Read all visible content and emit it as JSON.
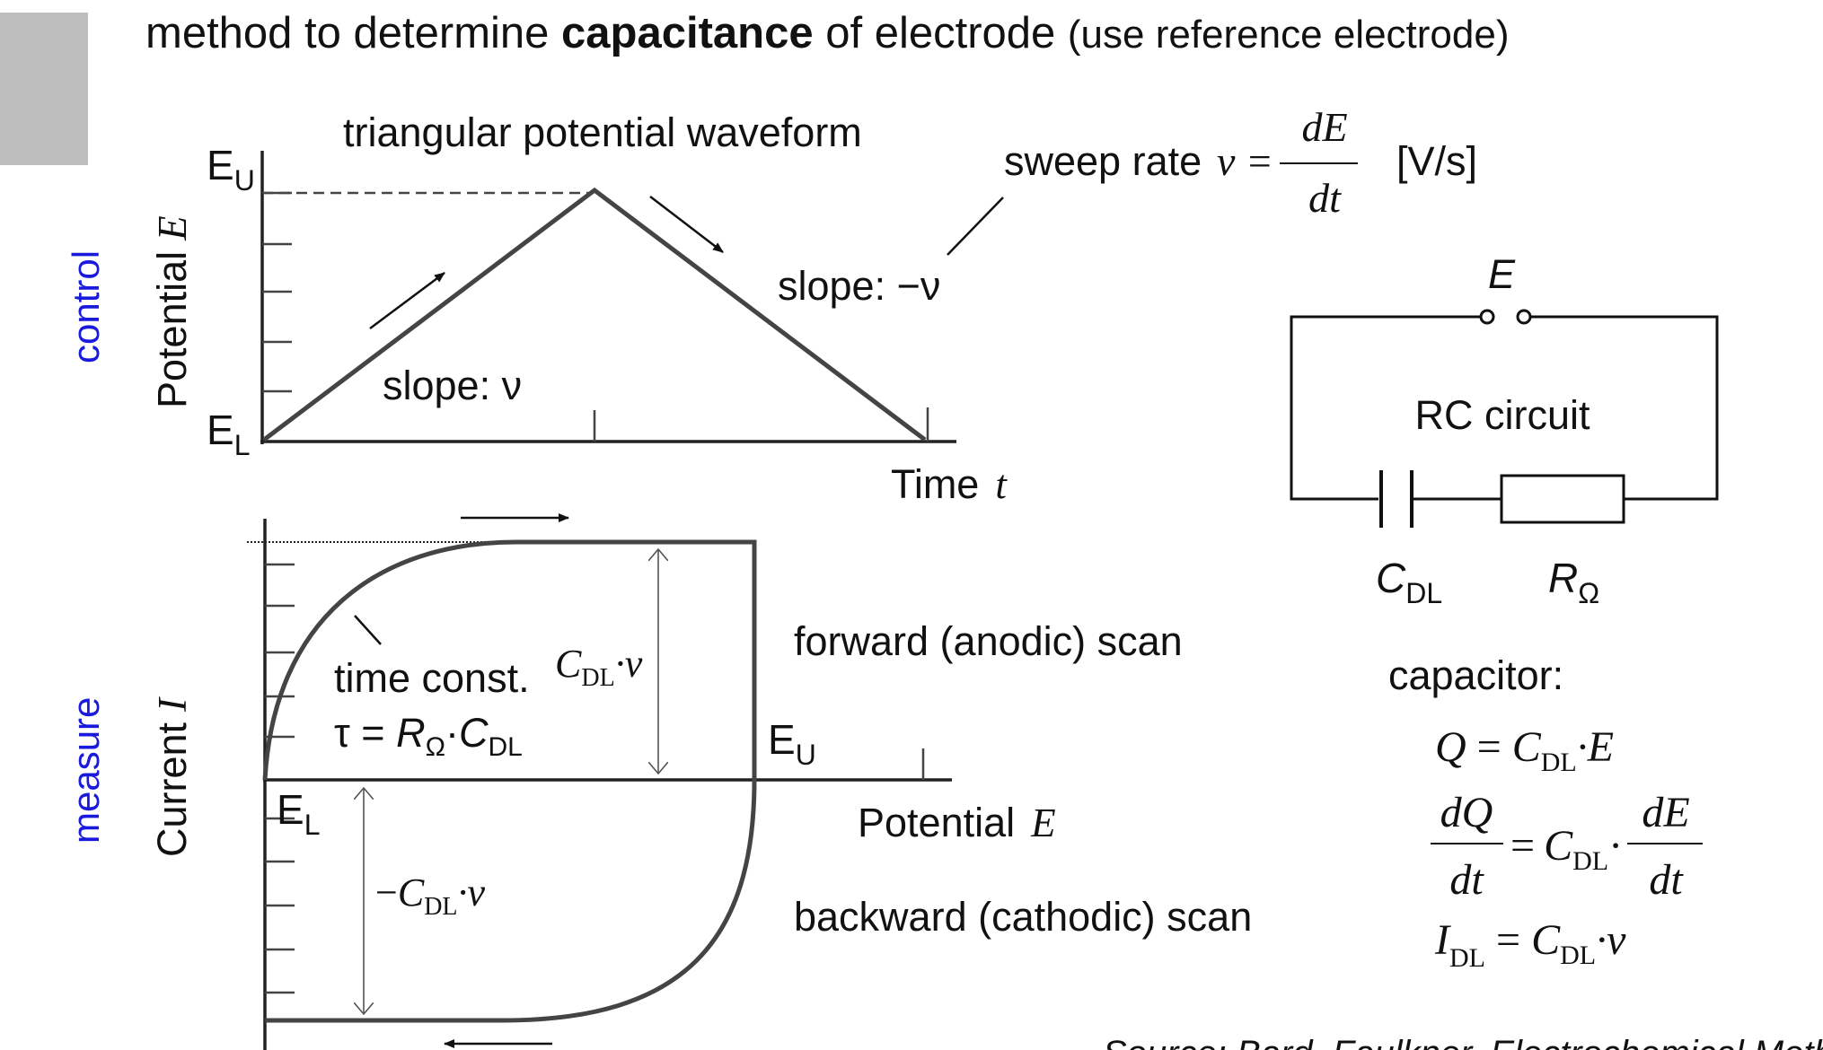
{
  "title": {
    "prefix": "method to determine ",
    "bold": "capacitance",
    "suffix": " of electrode ",
    "paren": "(use reference electrode)"
  },
  "side_labels": {
    "control": "control",
    "measure": "measure",
    "accent_color": "#1a1adc"
  },
  "top_plot": {
    "caption": "triangular potential waveform",
    "y_axis_label": "Potential",
    "y_axis_symbol": "E",
    "x_axis_label": "Time",
    "x_axis_symbol": "t",
    "e_upper": {
      "main": "E",
      "sub": "U"
    },
    "e_lower": {
      "main": "E",
      "sub": "L"
    },
    "slope_up": "slope: ν",
    "slope_down": "slope: −ν",
    "sweep_rate_label": "sweep rate",
    "sweep_rate_symbol": "ν =",
    "sweep_rate_num": "dE",
    "sweep_rate_den": "dt",
    "sweep_rate_unit": "[V/s]"
  },
  "bottom_plot": {
    "y_axis_label": "Current",
    "y_axis_symbol": "I",
    "x_axis_label": "Potential",
    "x_axis_symbol": "E",
    "e_upper": {
      "main": "E",
      "sub": "U"
    },
    "e_lower": {
      "main": "E",
      "sub": "L"
    },
    "time_const_line1": "time const.",
    "tau_prefix": "τ = ",
    "tau_r": "R",
    "tau_r_sub": "Ω",
    "tau_dot": "·",
    "tau_c": "C",
    "tau_c_sub": "DL",
    "pos_current": {
      "c": "C",
      "sub": "DL",
      "rest": "·ν"
    },
    "neg_current": {
      "prefix": "−",
      "c": "C",
      "sub": "DL",
      "rest": "·ν"
    },
    "forward_scan": "forward (anodic) scan",
    "backward_scan": "backward (cathodic) scan"
  },
  "circuit": {
    "terminal_label": "E",
    "title": "RC circuit",
    "cap_label": {
      "main": "C",
      "sub": "DL"
    },
    "res_label": {
      "main": "R",
      "sub": "Ω"
    }
  },
  "capacitor_equations": {
    "heading": "capacitor:",
    "eq1": {
      "lhs": "Q",
      "eq": " = ",
      "c": "C",
      "c_sub": "DL",
      "rest": "·E"
    },
    "eq2": {
      "lhs_num": "dQ",
      "lhs_den": "dt",
      "eq": "=",
      "c": "C",
      "c_sub": "DL",
      "dot": "·",
      "rhs_num": "dE",
      "rhs_den": "dt"
    },
    "eq3": {
      "i": "I",
      "i_sub": "DL",
      "eq": " = ",
      "c": "C",
      "c_sub": "DL",
      "rest": "·ν"
    }
  },
  "source_note": "Source: Bard, Faulkner, Electrochemical Methods"
}
